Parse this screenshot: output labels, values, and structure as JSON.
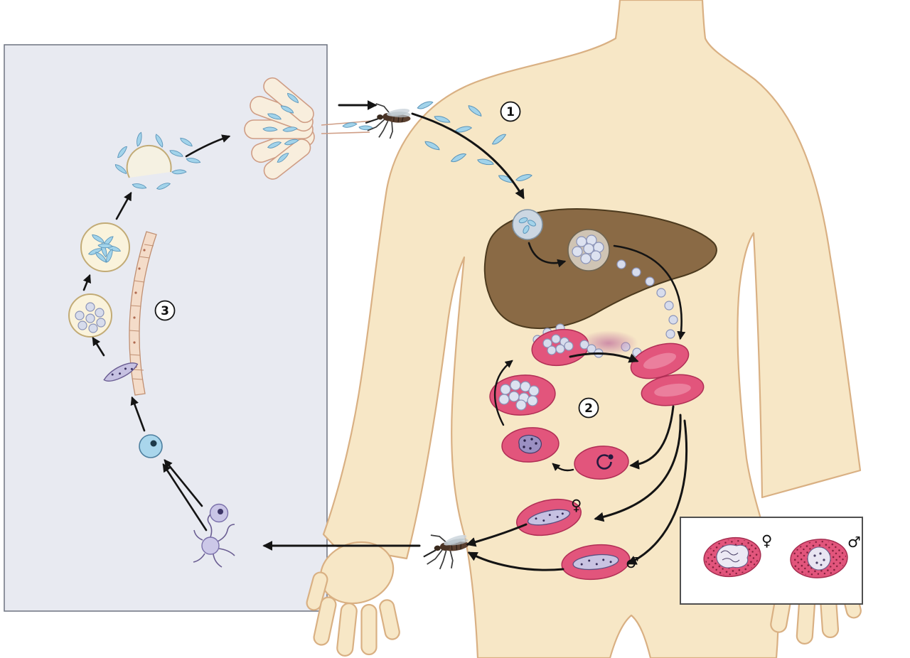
{
  "diagram": {
    "name": "malaria-parasite-life-cycle",
    "steps": [
      {
        "label": "1"
      },
      {
        "label": "2"
      },
      {
        "label": "3"
      }
    ],
    "symbols": {
      "female": "♀",
      "male": "♂"
    },
    "inset_symbols": {
      "female": "♀",
      "male": "♂"
    }
  },
  "colors": {
    "skin": "#f7e7c6",
    "skin_outline": "#d9b083",
    "panel_bg": "#e8eaf1",
    "panel_border": "#6d7380",
    "liver": "#8a6a45",
    "liver_outline": "#4c3a1e",
    "red_blood_cell": "#e2557c",
    "red_blood_cell_outline": "#b02e55",
    "merozoite": "#d7dcec",
    "sporozoite": "#a2d3ea",
    "parasite_purple": "#c6c1e2",
    "oocyst": "#faf3dc",
    "salivary_gland": "#f8eedd",
    "midgut_wall": "#f4dcc9",
    "arrow": "#141414",
    "inset_bg": "#ffffff",
    "inset_border": "#4f4f4f",
    "mosquito_body": "#4a3426"
  }
}
